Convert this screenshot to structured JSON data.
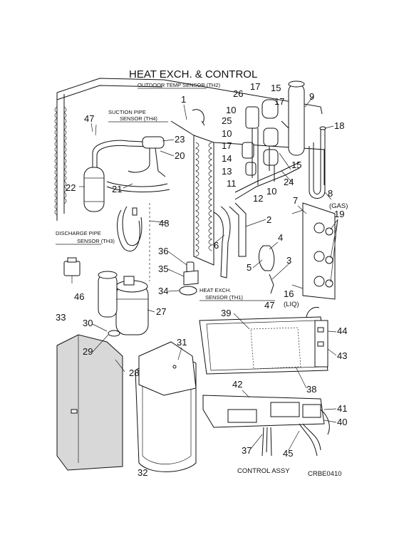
{
  "title": "HEAT EXCH. & CONTROL",
  "sensors": {
    "outdoor_temp": "OUTDOOR TEMP SENSOR (TH2)",
    "suction_pipe_1": "SUCTION PIPE",
    "suction_pipe_2": "SENSOR (TH4)",
    "discharge_pipe_1": "DISCHARGE PIPE",
    "discharge_pipe_2": "SENSOR (TH3)",
    "heat_exch_1": "HEAT EXCH.",
    "heat_exch_2": "SENSOR (TH1)"
  },
  "ports": {
    "gas": "(GAS)",
    "liq": "(LIQ)"
  },
  "subtitle": "CONTROL ASSY",
  "code": "CRBE0410",
  "callouts": {
    "n1": "1",
    "n2": "2",
    "n3": "3",
    "n4": "4",
    "n5": "5",
    "n6": "6",
    "n7": "7",
    "n8": "8",
    "n9": "9",
    "n10a": "10",
    "n10b": "10",
    "n10c": "10",
    "n11": "11",
    "n12": "12",
    "n13": "13",
    "n14": "14",
    "n15a": "15",
    "n15b": "15",
    "n16": "16",
    "n17a": "17",
    "n17b": "17",
    "n17c": "17",
    "n18": "18",
    "n19": "19",
    "n20": "20",
    "n21": "21",
    "n22": "22",
    "n23": "23",
    "n24": "24",
    "n25": "25",
    "n26": "26",
    "n27": "27",
    "n28": "28",
    "n29": "29",
    "n30": "30",
    "n31": "31",
    "n32": "32",
    "n33": "33",
    "n34": "34",
    "n35": "35",
    "n36": "36",
    "n37": "37",
    "n38": "38",
    "n39": "39",
    "n40": "40",
    "n41": "41",
    "n42": "42",
    "n43": "43",
    "n44": "44",
    "n45": "45",
    "n46": "46",
    "n47a": "47",
    "n47b": "47",
    "n48": "48"
  }
}
